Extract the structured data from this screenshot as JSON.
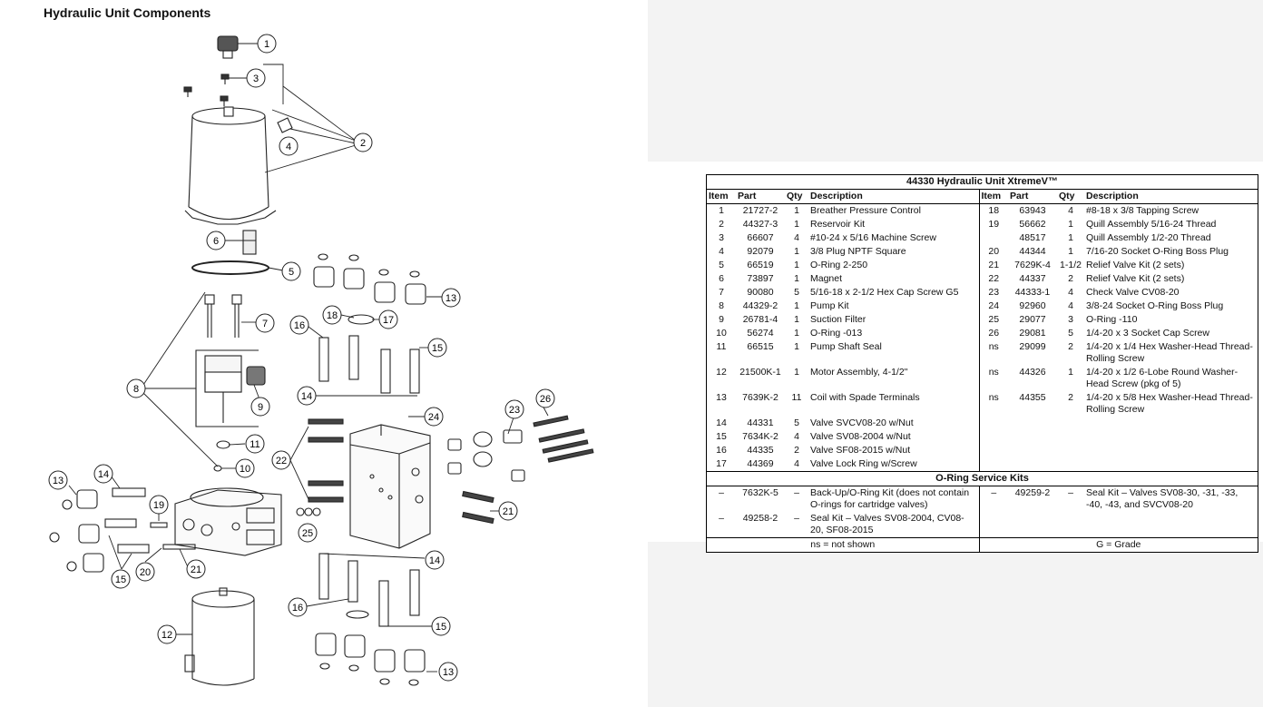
{
  "page_title": "Hydraulic Unit Components",
  "table": {
    "title": "44330  Hydraulic Unit XtremeV™",
    "headers": [
      "Item",
      "Part",
      "Qty",
      "Description",
      "Item",
      "Part",
      "Qty",
      "Description"
    ],
    "left_rows": [
      {
        "item": "1",
        "part": "21727-2",
        "qty": "1",
        "desc": "Breather Pressure Control"
      },
      {
        "item": "2",
        "part": "44327-3",
        "qty": "1",
        "desc": "Reservoir Kit"
      },
      {
        "item": "3",
        "part": "66607",
        "qty": "4",
        "desc": "#10-24 x 5/16 Machine Screw"
      },
      {
        "item": "4",
        "part": "92079",
        "qty": "1",
        "desc": "3/8 Plug NPTF Square"
      },
      {
        "item": "5",
        "part": "66519",
        "qty": "1",
        "desc": "O-Ring 2-250"
      },
      {
        "item": "6",
        "part": "73897",
        "qty": "1",
        "desc": "Magnet"
      },
      {
        "item": "7",
        "part": "90080",
        "qty": "5",
        "desc": "5/16-18 x 2-1/2 Hex Cap Screw G5"
      },
      {
        "item": "8",
        "part": "44329-2",
        "qty": "1",
        "desc": "Pump Kit"
      },
      {
        "item": "9",
        "part": "26781-4",
        "qty": "1",
        "desc": "Suction Filter"
      },
      {
        "item": "10",
        "part": "56274",
        "qty": "1",
        "desc": "O-Ring -013"
      },
      {
        "item": "11",
        "part": "66515",
        "qty": "1",
        "desc": "Pump Shaft Seal"
      },
      {
        "item": "12",
        "part": "21500K-1",
        "qty": "1",
        "desc": "Motor Assembly, 4-1/2\""
      },
      {
        "item": "13",
        "part": "7639K-2",
        "qty": "11",
        "desc": "Coil with Spade Terminals"
      },
      {
        "item": "14",
        "part": "44331",
        "qty": "5",
        "desc": "Valve SVCV08-20 w/Nut"
      },
      {
        "item": "15",
        "part": "7634K-2",
        "qty": "4",
        "desc": "Valve SV08-2004 w/Nut"
      },
      {
        "item": "16",
        "part": "44335",
        "qty": "2",
        "desc": "Valve SF08-2015 w/Nut"
      },
      {
        "item": "17",
        "part": "44369",
        "qty": "4",
        "desc": "Valve Lock Ring w/Screw"
      }
    ],
    "right_rows": [
      {
        "item": "18",
        "part": "63943",
        "qty": "4",
        "desc": "#8-18 x 3/8 Tapping Screw"
      },
      {
        "item": "19",
        "part": "56662",
        "qty": "1",
        "desc": "Quill Assembly 5/16-24 Thread"
      },
      {
        "item": "",
        "part": "48517",
        "qty": "1",
        "desc": "Quill Assembly 1/2-20 Thread"
      },
      {
        "item": "20",
        "part": "44344",
        "qty": "1",
        "desc": "7/16-20 Socket O-Ring Boss Plug"
      },
      {
        "item": "21",
        "part": "7629K-4",
        "qty": "1-1/2",
        "desc": "Relief Valve Kit (2 sets)"
      },
      {
        "item": "22",
        "part": "44337",
        "qty": "2",
        "desc": "Relief Valve Kit (2 sets)"
      },
      {
        "item": "23",
        "part": "44333-1",
        "qty": "4",
        "desc": "Check Valve CV08-20"
      },
      {
        "item": "24",
        "part": "92960",
        "qty": "4",
        "desc": "3/8-24 Socket O-Ring Boss Plug"
      },
      {
        "item": "25",
        "part": "29077",
        "qty": "3",
        "desc": "O-Ring -110"
      },
      {
        "item": "26",
        "part": "29081",
        "qty": "5",
        "desc": "1/4-20 x 3 Socket Cap Screw"
      },
      {
        "item": "ns",
        "part": "29099",
        "qty": "2",
        "desc": "1/4-20 x 1/4 Hex Washer-Head Thread-Rolling Screw"
      },
      {
        "item": "ns",
        "part": "44326",
        "qty": "1",
        "desc": "1/4-20 x 1/2 6-Lobe Round Washer-Head Screw (pkg of 5)"
      },
      {
        "item": "ns",
        "part": "44355",
        "qty": "2",
        "desc": "1/4-20 x 5/8 Hex Washer-Head Thread-Rolling Screw"
      }
    ],
    "section_title": "O-Ring Service Kits",
    "kit_left": [
      {
        "item": "–",
        "part": "7632K-5",
        "qty": "–",
        "desc": "Back-Up/O-Ring Kit (does not contain O-rings for cartridge valves)"
      },
      {
        "item": "–",
        "part": "49258-2",
        "qty": "–",
        "desc": "Seal Kit – Valves SV08-2004, CV08-20, SF08-2015"
      }
    ],
    "kit_right": [
      {
        "item": "–",
        "part": "49259-2",
        "qty": "–",
        "desc": "Seal Kit – Valves SV08-30, -31, -33, -40, -43, and SVCV08-20"
      }
    ],
    "footer_left": "ns = not shown",
    "footer_right": "G = Grade"
  },
  "callouts": [
    "1",
    "2",
    "3",
    "4",
    "5",
    "6",
    "7",
    "8",
    "9",
    "10",
    "11",
    "12",
    "13",
    "14",
    "15",
    "16",
    "17",
    "18",
    "19",
    "20",
    "21",
    "22",
    "23",
    "24",
    "25",
    "26"
  ],
  "colors": {
    "line": "#222222",
    "background": "#ffffff",
    "panel": "#f3f3f3"
  }
}
